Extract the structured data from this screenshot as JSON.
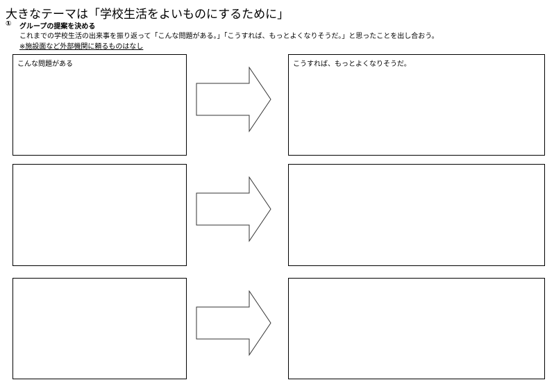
{
  "title": "大きなテーマは「学校生活をよいものにするために」",
  "step_number": "①",
  "step_title": "グループの提案を決める",
  "instruction": "これまでの学校生活の出来事を振り返って「こんな問題がある。」「こうすれば、もっとよくなりそうだ。」と思ったことを出し合おう。",
  "note": "※施設面など外部機関に頼るものはなし",
  "rows": [
    {
      "problem_label": "こんな問題がある",
      "solution_label": "こうすれば、もっとよくなりそうだ。"
    },
    {
      "problem_label": "",
      "solution_label": ""
    },
    {
      "problem_label": "",
      "solution_label": ""
    }
  ]
}
